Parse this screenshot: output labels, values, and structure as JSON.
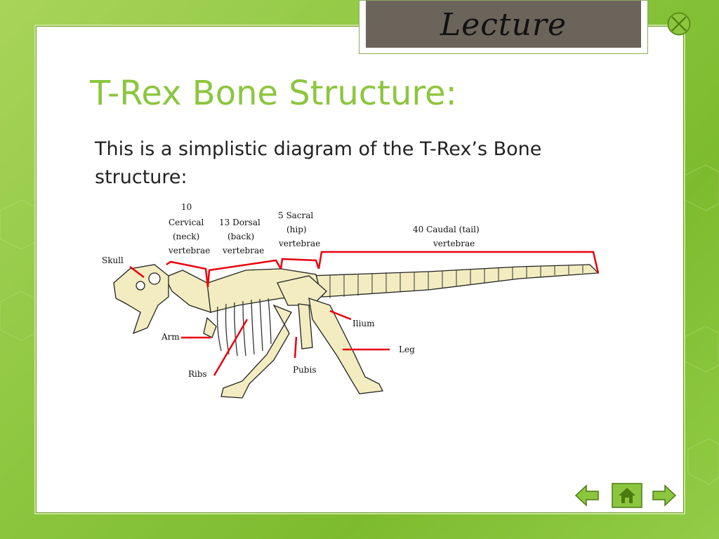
{
  "tab": {
    "label": "Lecture"
  },
  "title": "T-Rex Bone Structure:",
  "description": "This is a simplistic diagram of the T-Rex’s Bone structure:",
  "diagram": {
    "labels": {
      "skull": "Skull",
      "cervical_1": "10",
      "cervical_2": "Cervical",
      "cervical_3": "(neck)",
      "cervical_4": "vertebrae",
      "dorsal_1": "13 Dorsal",
      "dorsal_2": "(back)",
      "dorsal_3": "vertebrae",
      "sacral_1": "5 Sacral",
      "sacral_2": "(hip)",
      "sacral_3": "vertebrae",
      "caudal_1": "40 Caudal (tail)",
      "caudal_2": "vertebrae",
      "ilium": "Ilium",
      "arm": "Arm",
      "leg": "Leg",
      "pubis": "Pubis",
      "ribs": "Ribs"
    }
  },
  "colors": {
    "accent": "#8cc63f",
    "label_line": "#e8000e",
    "bone": "#f2ecc0",
    "tab_bg": "#6b645a"
  },
  "icons": [
    "close-icon",
    "arrow-left-icon",
    "home-icon",
    "arrow-right-icon"
  ]
}
